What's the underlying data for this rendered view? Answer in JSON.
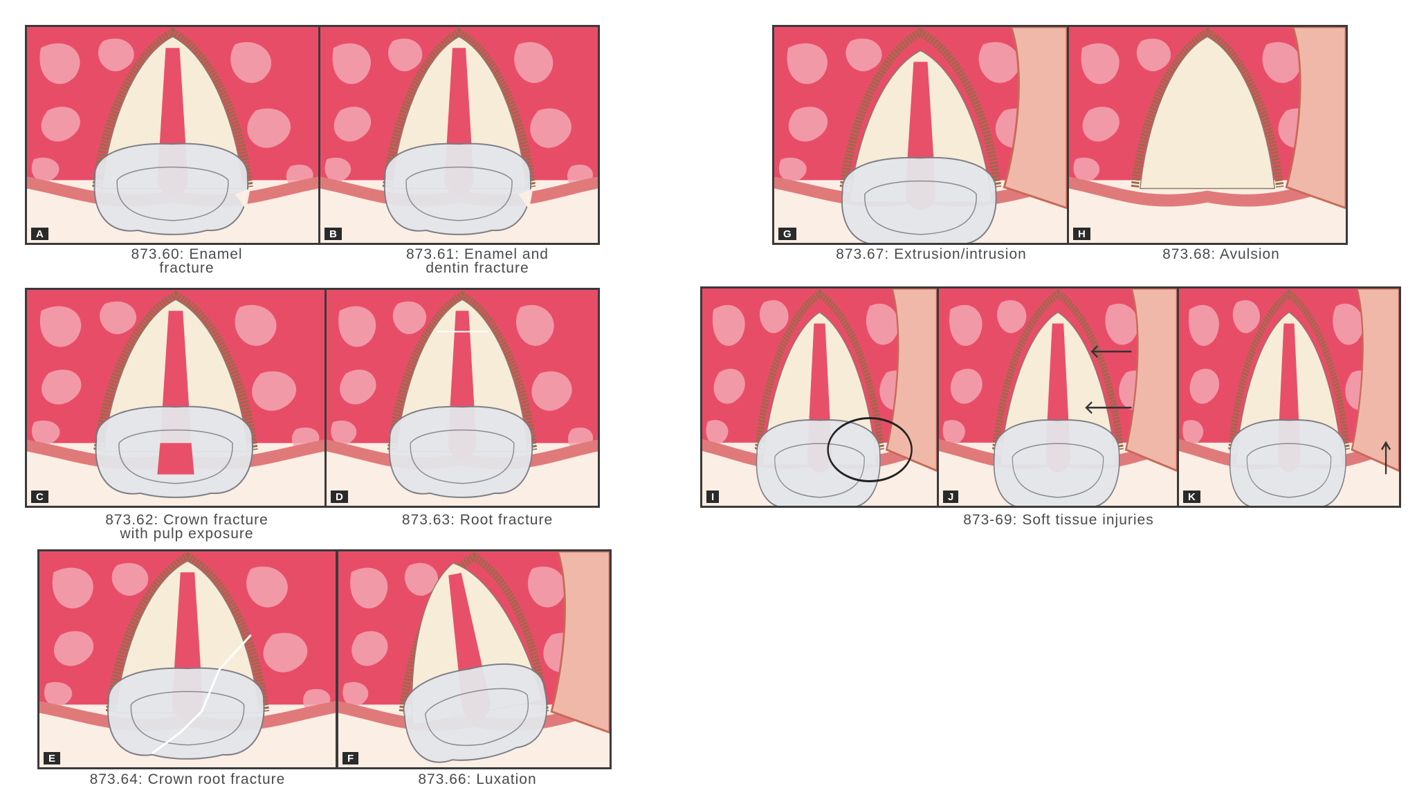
{
  "colors": {
    "gum": "#e84d68",
    "gum_light": "#f3a7b3",
    "dentin": "#f7ecd8",
    "pulp": "#e8506a",
    "enamel": "#e4e6ea",
    "ligament": "#9c6a4a",
    "background": "#fbeee4"
  },
  "panels": [
    {
      "id": "A",
      "letter": "A"
    },
    {
      "id": "B",
      "letter": "B"
    },
    {
      "id": "C",
      "letter": "C"
    },
    {
      "id": "D",
      "letter": "D"
    },
    {
      "id": "E",
      "letter": "E"
    },
    {
      "id": "F",
      "letter": "F"
    },
    {
      "id": "G",
      "letter": "G"
    },
    {
      "id": "H",
      "letter": "H"
    },
    {
      "id": "I",
      "letter": "I"
    },
    {
      "id": "J",
      "letter": "J"
    },
    {
      "id": "K",
      "letter": "K"
    }
  ],
  "captions": {
    "enamel_fracture": [
      "873.60: Enamel",
      "fracture"
    ],
    "enamel_dentin_fracture": [
      "873.61: Enamel and",
      "dentin fracture"
    ],
    "crown_fracture_pulp": [
      "873.62: Crown fracture",
      "with pulp exposure"
    ],
    "root_fracture": "873.63: Root fracture",
    "crown_root_fracture": "873.64: Crown root fracture",
    "luxation": "873.66: Luxation",
    "extrusion_intrusion": "873.67: Extrusion/intrusion",
    "avulsion": "873.68: Avulsion",
    "soft_tissue": "873-69: Soft tissue injuries"
  }
}
